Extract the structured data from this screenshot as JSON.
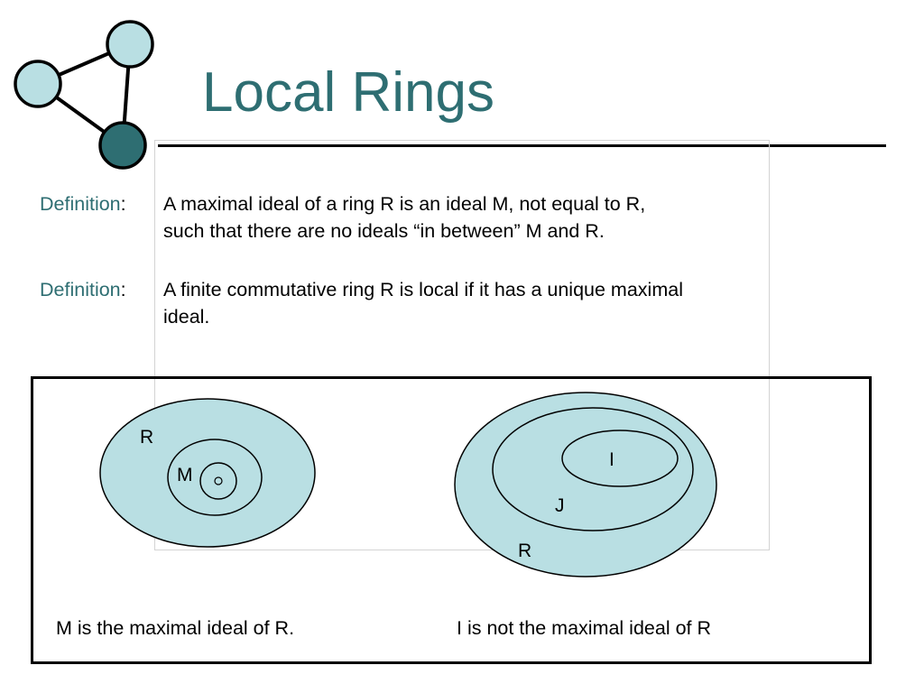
{
  "slide": {
    "title": "Local Rings"
  },
  "colors": {
    "accent": "#2e6e72",
    "node_light": "#b9dfe3",
    "node_dark": "#2e6e72",
    "ellipse_fill": "#b9dfe3",
    "outline": "#000000"
  },
  "logo": {
    "icon": "network-graph-icon"
  },
  "definitions": [
    {
      "label": "Definition",
      "separator": ":",
      "text": "A maximal ideal of a ring R is an ideal M, not equal to R,\nsuch that there are no ideals “in between” M and R."
    },
    {
      "label": "Definition",
      "separator": ":",
      "text": "A finite commutative ring R is local if it has a unique maximal\nideal."
    }
  ],
  "diagram": {
    "left": {
      "outer_label": "R",
      "inner_label": "M",
      "caption": "M is the maximal ideal of R."
    },
    "right": {
      "outer_label": "R",
      "middle_label": "J",
      "inner_label": "I",
      "caption": "I is not the maximal ideal of R"
    }
  }
}
